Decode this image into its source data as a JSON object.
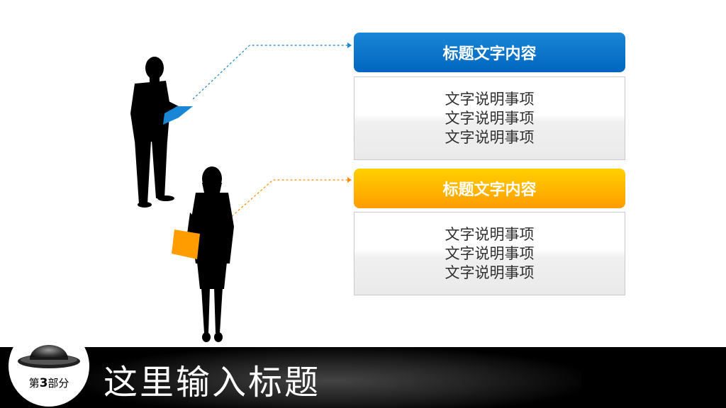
{
  "boxes": [
    {
      "title": "标题文字内容",
      "lines": [
        "文字说明事项",
        "文字说明事项",
        "文字说明事项"
      ],
      "accent": "#0066c0"
    },
    {
      "title": "标题文字内容",
      "lines": [
        "文字说明事项",
        "文字说明事项",
        "文字说明事项"
      ],
      "accent": "#ff9c00"
    }
  ],
  "footer": {
    "title": "这里输入标题",
    "badge_prefix": "第",
    "badge_number": "3",
    "badge_suffix": "部分"
  }
}
